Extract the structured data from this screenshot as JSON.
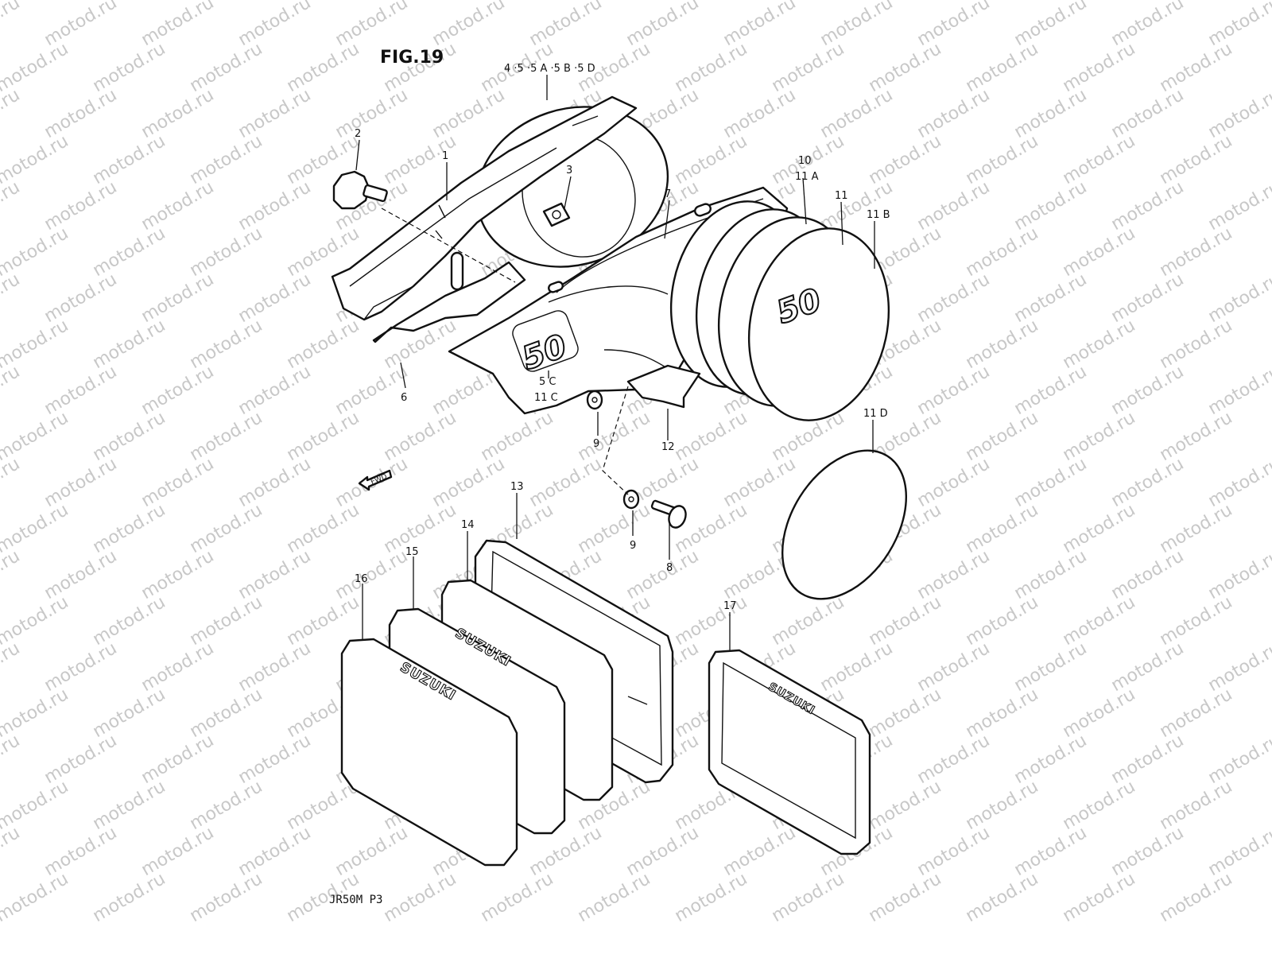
{
  "figure": {
    "title": "FIG.19",
    "model_code": "JR50M P3"
  },
  "callouts": [
    {
      "id": "c-4-5-5a-5b-5d",
      "text": "4 ·5 ·5 A ·5 B ·5 D"
    },
    {
      "id": "c-2",
      "text": "2"
    },
    {
      "id": "c-1",
      "text": "1"
    },
    {
      "id": "c-3",
      "text": "3"
    },
    {
      "id": "c-10",
      "text": "10"
    },
    {
      "id": "c-11a",
      "text": "11 A"
    },
    {
      "id": "c-11",
      "text": "11"
    },
    {
      "id": "c-11b",
      "text": "11 B"
    },
    {
      "id": "c-7",
      "text": "7"
    },
    {
      "id": "c-6",
      "text": "6"
    },
    {
      "id": "c-5c",
      "text": "5 C"
    },
    {
      "id": "c-11c",
      "text": "11 C"
    },
    {
      "id": "c-9a",
      "text": "9"
    },
    {
      "id": "c-12",
      "text": "12"
    },
    {
      "id": "c-11d",
      "text": "11 D"
    },
    {
      "id": "c-13",
      "text": "13"
    },
    {
      "id": "c-14",
      "text": "14"
    },
    {
      "id": "c-9b",
      "text": "9"
    },
    {
      "id": "c-8",
      "text": "8"
    },
    {
      "id": "c-15",
      "text": "15"
    },
    {
      "id": "c-16",
      "text": "16"
    },
    {
      "id": "c-17",
      "text": "17"
    }
  ],
  "markings": {
    "fwd_arrow": "FWD",
    "emblem": "50",
    "brand": "SUZUKI"
  },
  "watermark": "motod.ru"
}
